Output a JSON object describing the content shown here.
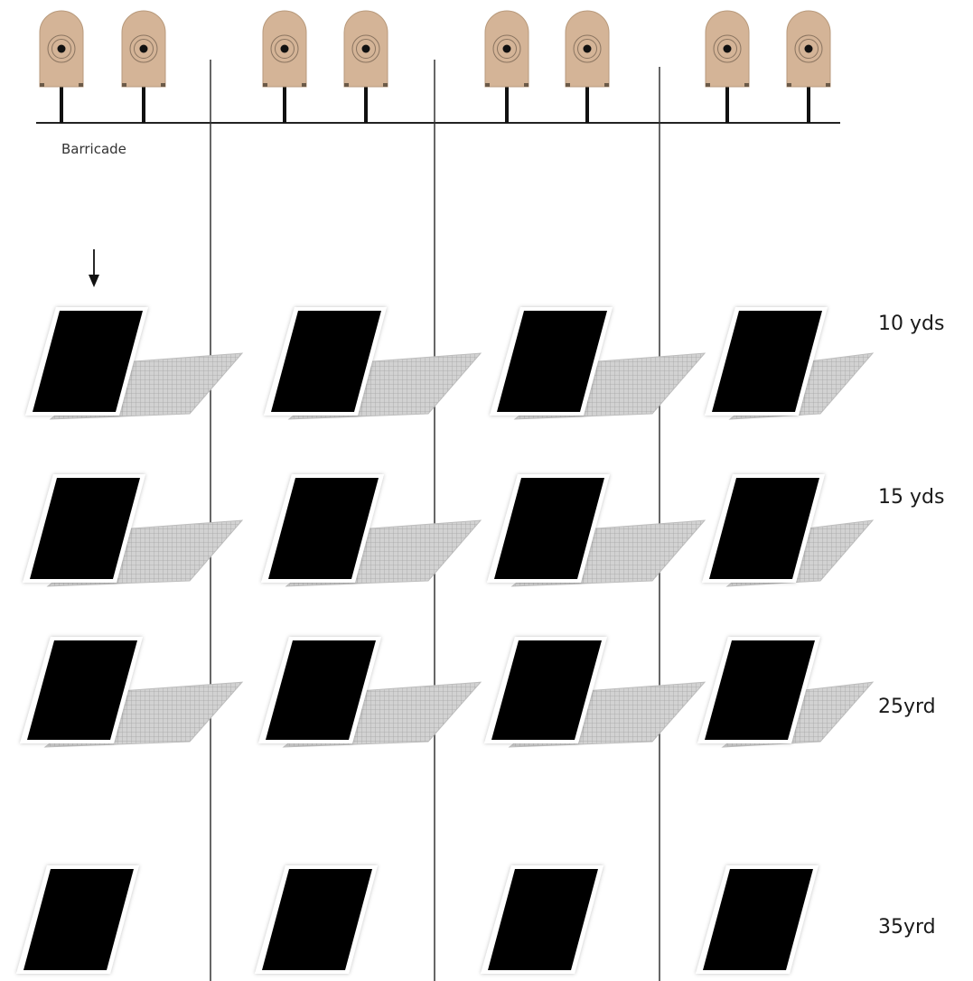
{
  "labels": {
    "barricade": "Barricade",
    "rows": [
      "10 yds",
      "15 yds",
      "25yrd",
      "35yrd"
    ]
  },
  "layout_counts": {
    "lanes": 4,
    "targets_per_lane": 2,
    "mat_rows": 4
  },
  "colors": {
    "target_body": "#d4b497",
    "target_outline": "#b89a7c",
    "bullseye": "#111111",
    "mat_black": "#000000",
    "mat_gray": "#c4c4c4",
    "line": "#222222"
  }
}
